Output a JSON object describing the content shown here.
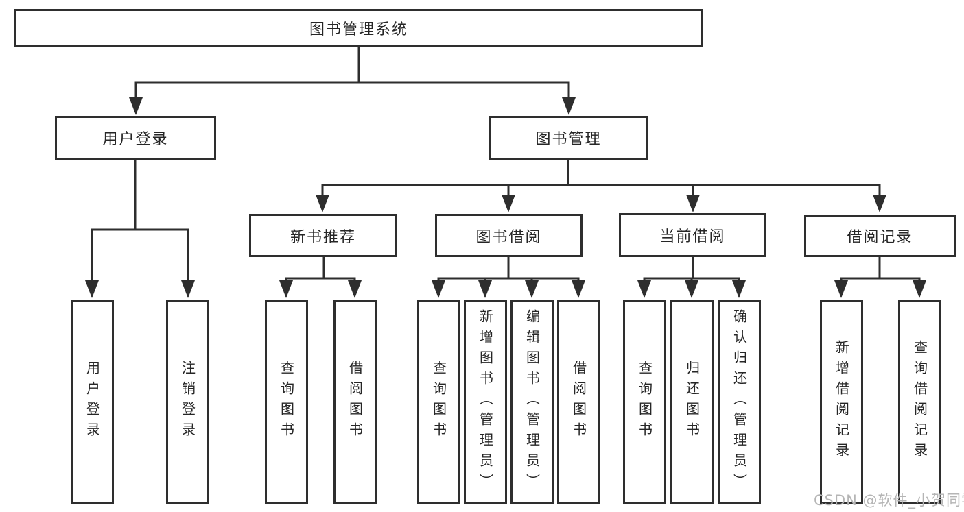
{
  "diagram": {
    "root": {
      "label": "图书管理系统"
    },
    "branches": [
      {
        "label": "用户登录",
        "children": [
          {
            "label": "用户登录"
          },
          {
            "label": "注销登录"
          }
        ]
      },
      {
        "label": "图书管理",
        "sections": [
          {
            "label": "新书推荐",
            "children": [
              {
                "label": "查询图书"
              },
              {
                "label": "借阅图书"
              }
            ]
          },
          {
            "label": "图书借阅",
            "children": [
              {
                "label": "查询图书"
              },
              {
                "label": "新增图书（管理员）"
              },
              {
                "label": "编辑图书（管理员）"
              },
              {
                "label": "借阅图书"
              }
            ]
          },
          {
            "label": "当前借阅",
            "children": [
              {
                "label": "查询图书"
              },
              {
                "label": "归还图书"
              },
              {
                "label": "确认归还（管理员）"
              }
            ]
          },
          {
            "label": "借阅记录",
            "children": [
              {
                "label": "新增借阅记录"
              },
              {
                "label": "查询借阅记录"
              }
            ]
          }
        ]
      }
    ]
  },
  "watermark": {
    "text": "CSDN @软件_小贺同学"
  },
  "colors": {
    "line": "#2e2e2e",
    "text": "#262626",
    "watermark": "#b5b5b5",
    "background": "#ffffff"
  }
}
